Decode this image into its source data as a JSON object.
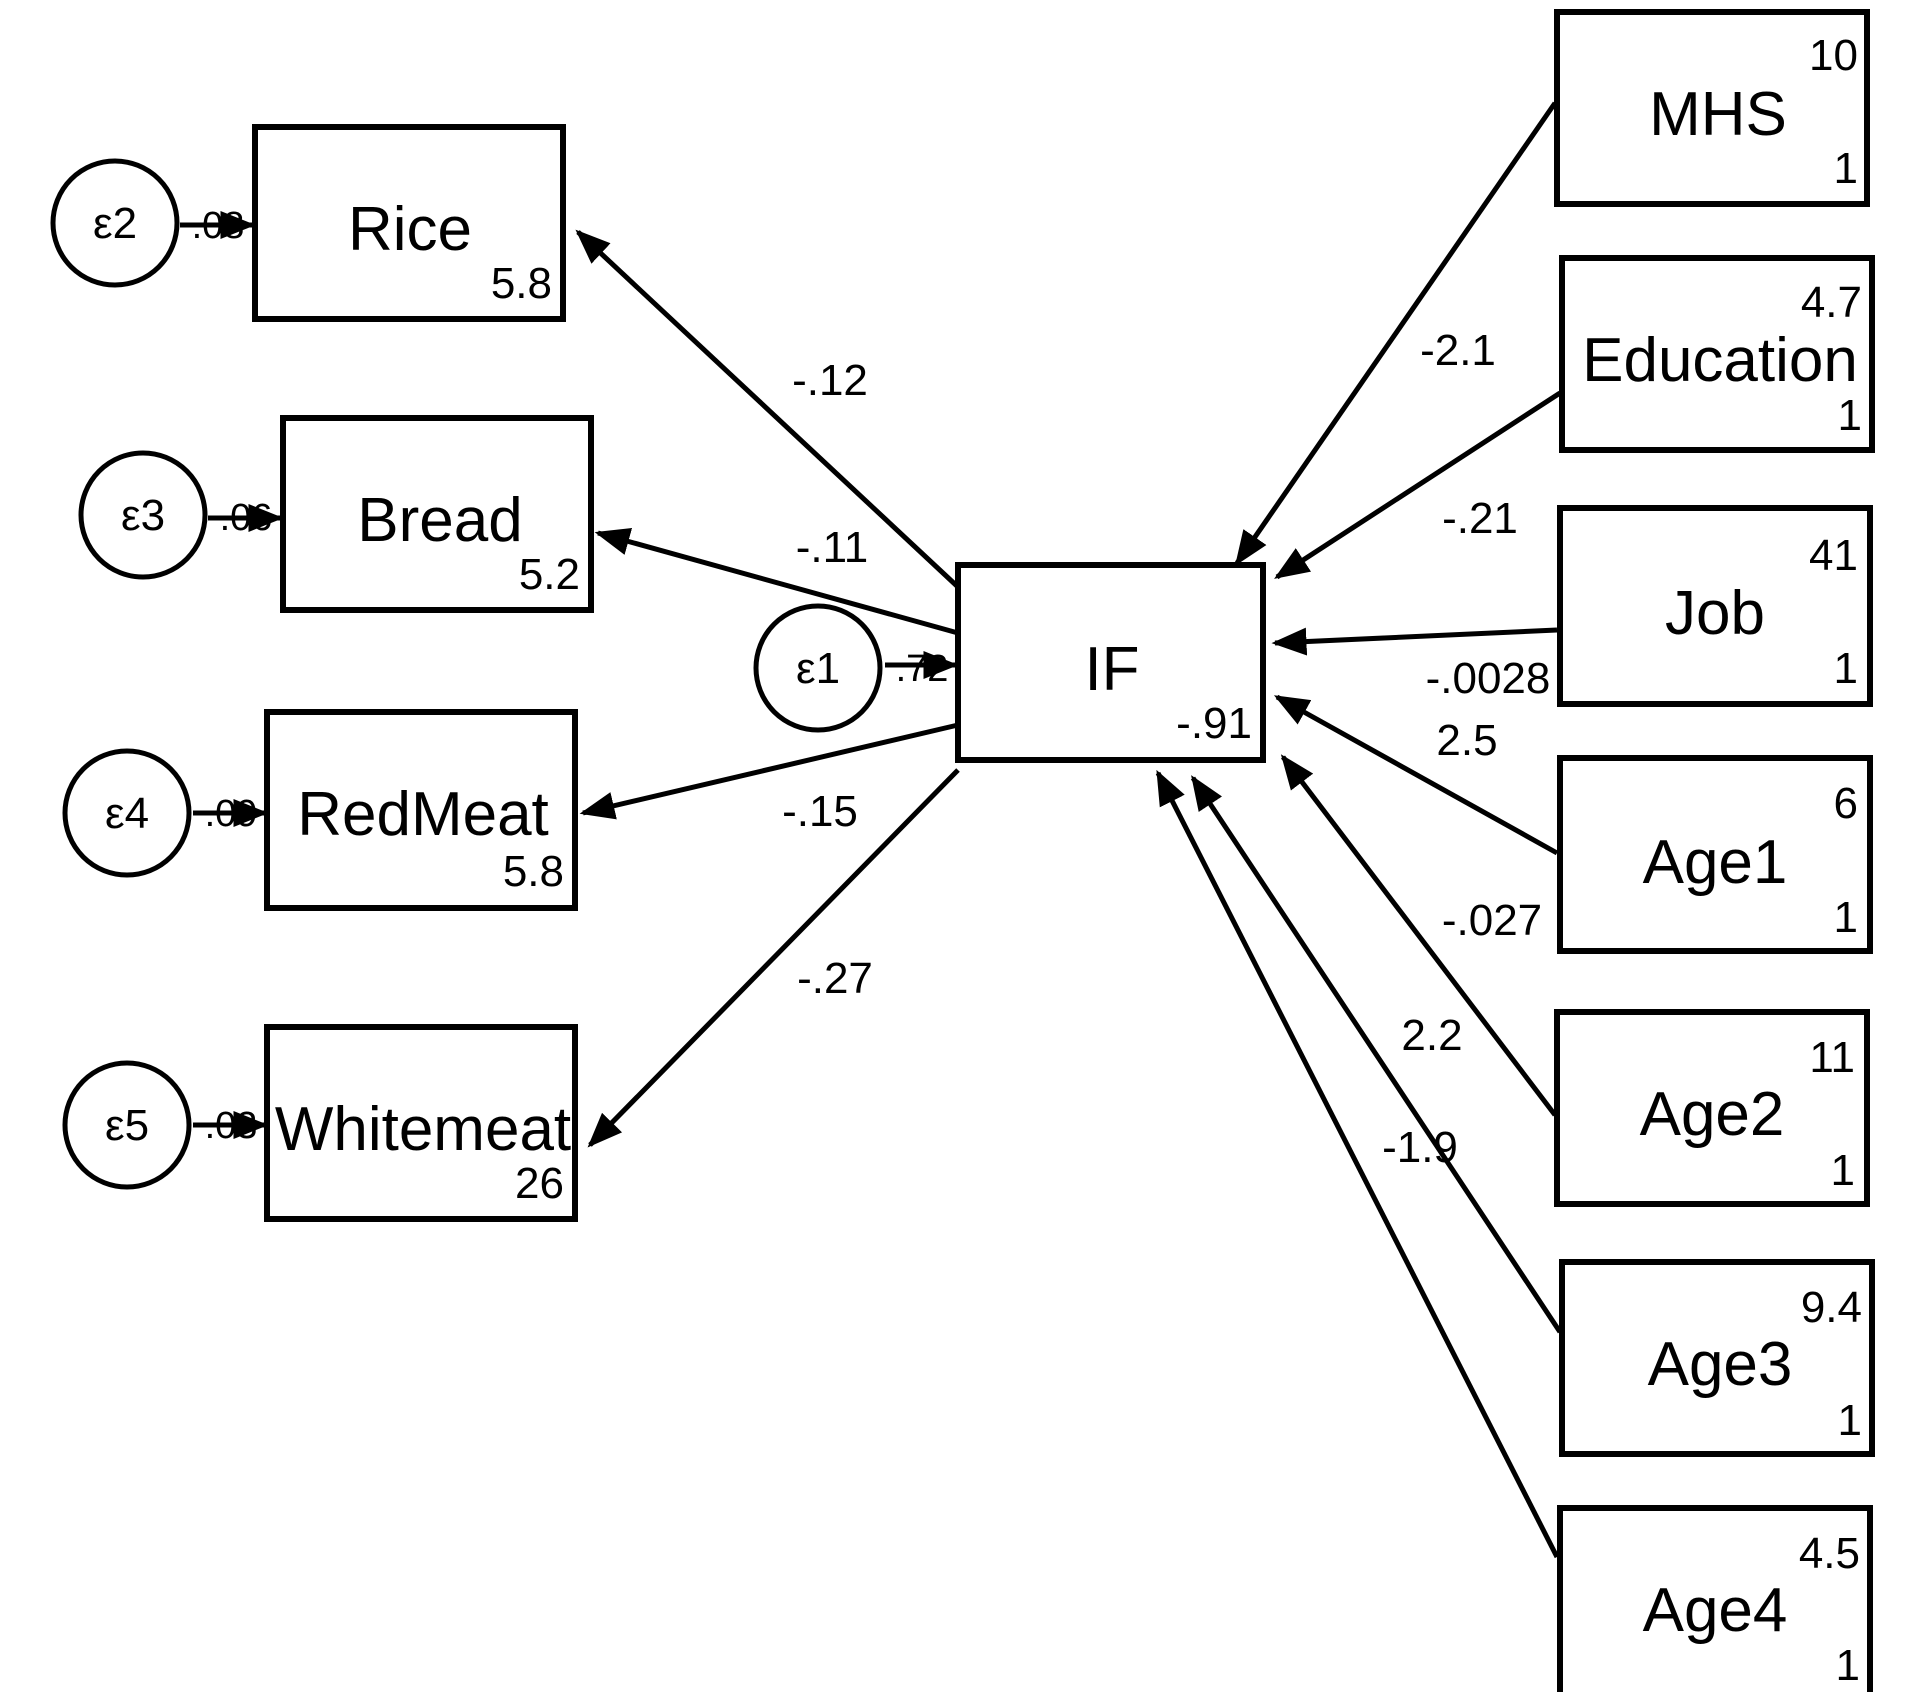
{
  "diagram": {
    "center": {
      "id": "IF",
      "label": "IF",
      "intercept": "-.91"
    },
    "center_error": {
      "id": "e1",
      "label": "ε1",
      "variance": ".72"
    },
    "outcomes": [
      {
        "id": "rice",
        "label": "Rice",
        "intercept": "5.8",
        "error_label": "ε2",
        "error_variance": ".08",
        "coef": "-.12"
      },
      {
        "id": "bread",
        "label": "Bread",
        "intercept": "5.2",
        "error_label": "ε3",
        "error_variance": ".06",
        "coef": "-.11"
      },
      {
        "id": "redmeat",
        "label": "RedMeat",
        "intercept": "5.8",
        "error_label": "ε4",
        "error_variance": ".09",
        "coef": "-.15"
      },
      {
        "id": "whitemeat",
        "label": "Whitemeat",
        "intercept": "26",
        "error_label": "ε5",
        "error_variance": ".03",
        "coef": "-.27"
      }
    ],
    "predictors": [
      {
        "id": "mhs",
        "label": "MHS",
        "mean": "10",
        "variance": "1",
        "coef": "-2.1"
      },
      {
        "id": "education",
        "label": "Education",
        "mean": "4.7",
        "variance": "1",
        "coef": "-.21"
      },
      {
        "id": "job",
        "label": "Job",
        "mean": "41",
        "variance": "1",
        "coef": "-.0028"
      },
      {
        "id": "age1",
        "label": "Age1",
        "mean": "6",
        "variance": "1",
        "coef": "2.5"
      },
      {
        "id": "age2",
        "label": "Age2",
        "mean": "11",
        "variance": "1",
        "coef": "-.027"
      },
      {
        "id": "age3",
        "label": "Age3",
        "mean": "9.4",
        "variance": "1",
        "coef": "2.2"
      },
      {
        "id": "age4",
        "label": "Age4",
        "mean": "4.5",
        "variance": "1",
        "coef": "-1.9"
      }
    ]
  }
}
